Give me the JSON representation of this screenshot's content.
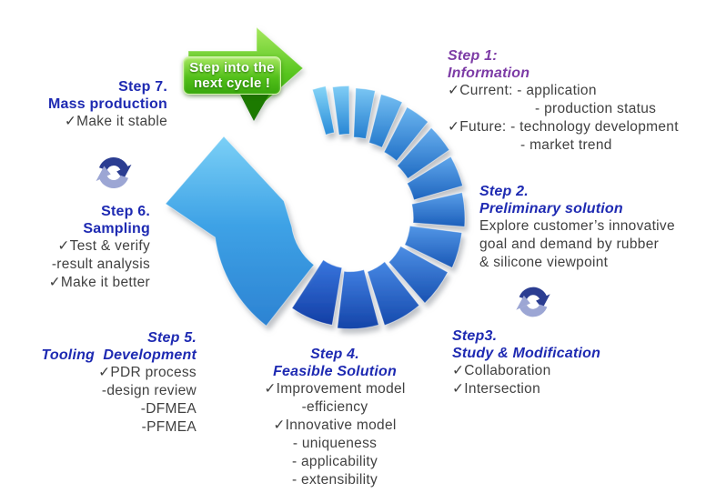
{
  "banner": {
    "line1": "Step into the",
    "line2": "next cycle !"
  },
  "steps": [
    {
      "num": "1",
      "title": "Step 1:",
      "subtitle": "Information",
      "lines": [
        "✓Current: - application",
        "- production status",
        "✓Future: - technology development",
        "- market trend"
      ]
    },
    {
      "num": "2",
      "title": "Step 2.",
      "subtitle": "Preliminary solution",
      "lines": [
        "Explore customer’s innovative",
        "goal and demand by rubber",
        "& silicone viewpoint"
      ]
    },
    {
      "num": "3",
      "title": "Step3.",
      "subtitle": "Study & Modification",
      "lines": [
        "✓Collaboration",
        "✓Intersection"
      ]
    },
    {
      "num": "4",
      "title": "Step 4.",
      "subtitle": "Feasible Solution",
      "lines": [
        "✓Improvement model",
        "-efficiency",
        "✓Innovative model",
        "- uniqueness",
        "- applicability",
        "- extensibility"
      ]
    },
    {
      "num": "5",
      "title": "Step 5.",
      "subtitle": "Tooling  Development",
      "lines": [
        "✓PDR process",
        "-design review",
        "-DFMEA",
        "-PFMEA"
      ]
    },
    {
      "num": "6",
      "title": "Step 6.",
      "subtitle": "Sampling",
      "lines": [
        "✓Test & verify",
        "-result analysis",
        "✓Make it better"
      ]
    },
    {
      "num": "7",
      "title": "Step 7.",
      "subtitle": "Mass production",
      "lines": [
        "✓Make it stable"
      ]
    }
  ],
  "icons": {
    "recycle_icon": "two-curved-arrows-cycle",
    "next_cycle_arrow": "green-right-arrow",
    "cycle_spiral": "blue-spiral-growing-arrow"
  },
  "colors": {
    "title_blue": "#1e2ab2",
    "title_purple": "#7d3ca6",
    "body_text": "#414141",
    "spiral_light": "#86d5f7",
    "spiral_dark": "#133ea5",
    "big_arrow_blue": "#3ea2e6",
    "banner_green": "#4cb616",
    "recycle_dark": "#2b3d91",
    "recycle_light": "#9ca6d4"
  }
}
